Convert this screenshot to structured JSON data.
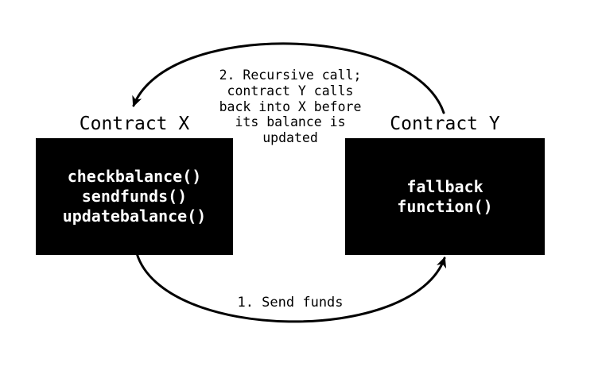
{
  "contracts": {
    "x": {
      "title": "Contract X",
      "body": "checkbalance()\nsendfunds()\nupdatebalance()"
    },
    "y": {
      "title": "Contract Y",
      "body": "fallback\nfunction()"
    }
  },
  "annotations": {
    "recursive_call": "2. Recursive call;\ncontract Y calls\nback into X before\nits balance is\nupdated",
    "send_funds": "1. Send funds"
  },
  "colors": {
    "background": "#ffffff",
    "box_fill": "#000000",
    "box_text": "#ffffff",
    "line": "#000000"
  }
}
